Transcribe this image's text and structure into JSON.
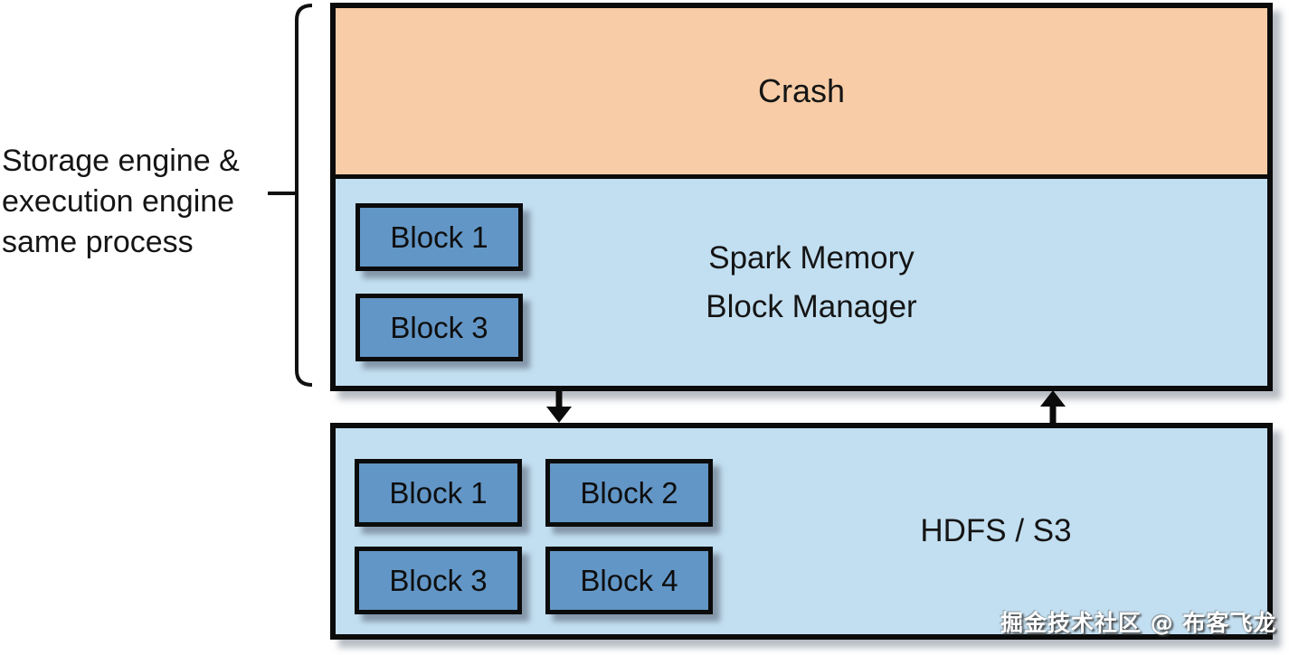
{
  "colors": {
    "crash_fill": "#F8CCA6",
    "panel_fill": "#C2DFF1",
    "block_fill": "#6296C6",
    "border": "#0B0B0B",
    "text": "#151515",
    "watermark_text": "#FFFFFF"
  },
  "annotation": {
    "label_lines": [
      "Storage engine &",
      "execution engine",
      "same process"
    ]
  },
  "crash_box": {
    "label": "Crash"
  },
  "memory_box": {
    "title_line1": "Spark Memory",
    "title_line2": "Block Manager",
    "blocks": [
      "Block 1",
      "Block 3"
    ]
  },
  "storage_box": {
    "label": "HDFS / S3",
    "blocks": [
      "Block 1",
      "Block 2",
      "Block 3",
      "Block 4"
    ]
  },
  "watermark": "掘金技术社区 @ 布客飞龙"
}
